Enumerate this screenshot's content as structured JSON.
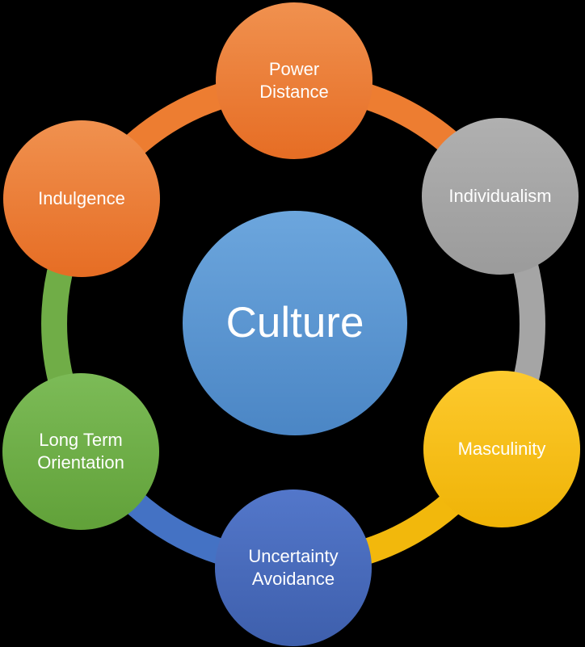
{
  "background_color": "#000000",
  "text_color": "#FFFFFF",
  "diagram": {
    "type": "cycle",
    "center": {
      "label": "Culture",
      "color": "#5B9BD5",
      "gradient_top": "#6CA6DD",
      "gradient_bottom": "#4B86C5"
    },
    "nodes": [
      {
        "id": "power-distance",
        "label": "Power Distance",
        "color": "#ED7D31",
        "gradient_top": "#F0914F",
        "gradient_bottom": "#E66D24",
        "position": "top"
      },
      {
        "id": "individualism",
        "label": "Individualism",
        "color": "#A5A5A5",
        "gradient_top": "#B0B0B0",
        "gradient_bottom": "#9B9B9B",
        "position": "top-right"
      },
      {
        "id": "masculinity",
        "label": "Masculinity",
        "color": "#FFC000",
        "gradient_top": "#FDCA2E",
        "gradient_bottom": "#EFB306",
        "position": "bottom-right"
      },
      {
        "id": "uncertainty-avoidance",
        "label": "Uncertainty Avoidance",
        "color": "#4472C4",
        "gradient_top": "#5377CA",
        "gradient_bottom": "#3E5FAC",
        "position": "bottom"
      },
      {
        "id": "long-term-orientation",
        "label": "Long Term Orientation",
        "color": "#70AD47",
        "gradient_top": "#7CBB57",
        "gradient_bottom": "#61A139",
        "position": "bottom-left"
      },
      {
        "id": "indulgence",
        "label": "Indulgence",
        "color": "#ED7D31",
        "gradient_top": "#F0914F",
        "gradient_bottom": "#E66D24",
        "position": "top-left"
      }
    ],
    "connectors": [
      {
        "from": "Power Distance",
        "to": "Individualism",
        "color": "#ED7D31"
      },
      {
        "from": "Individualism",
        "to": "Masculinity",
        "color": "#A5A5A5"
      },
      {
        "from": "Masculinity",
        "to": "Uncertainty Avoidance",
        "color": "#F2B80C"
      },
      {
        "from": "Uncertainty Avoidance",
        "to": "Long Term Orientation",
        "color": "#4472C4"
      },
      {
        "from": "Long Term Orientation",
        "to": "Indulgence",
        "color": "#70AD47"
      },
      {
        "from": "Indulgence",
        "to": "Power Distance",
        "color": "#ED7D31"
      }
    ]
  }
}
